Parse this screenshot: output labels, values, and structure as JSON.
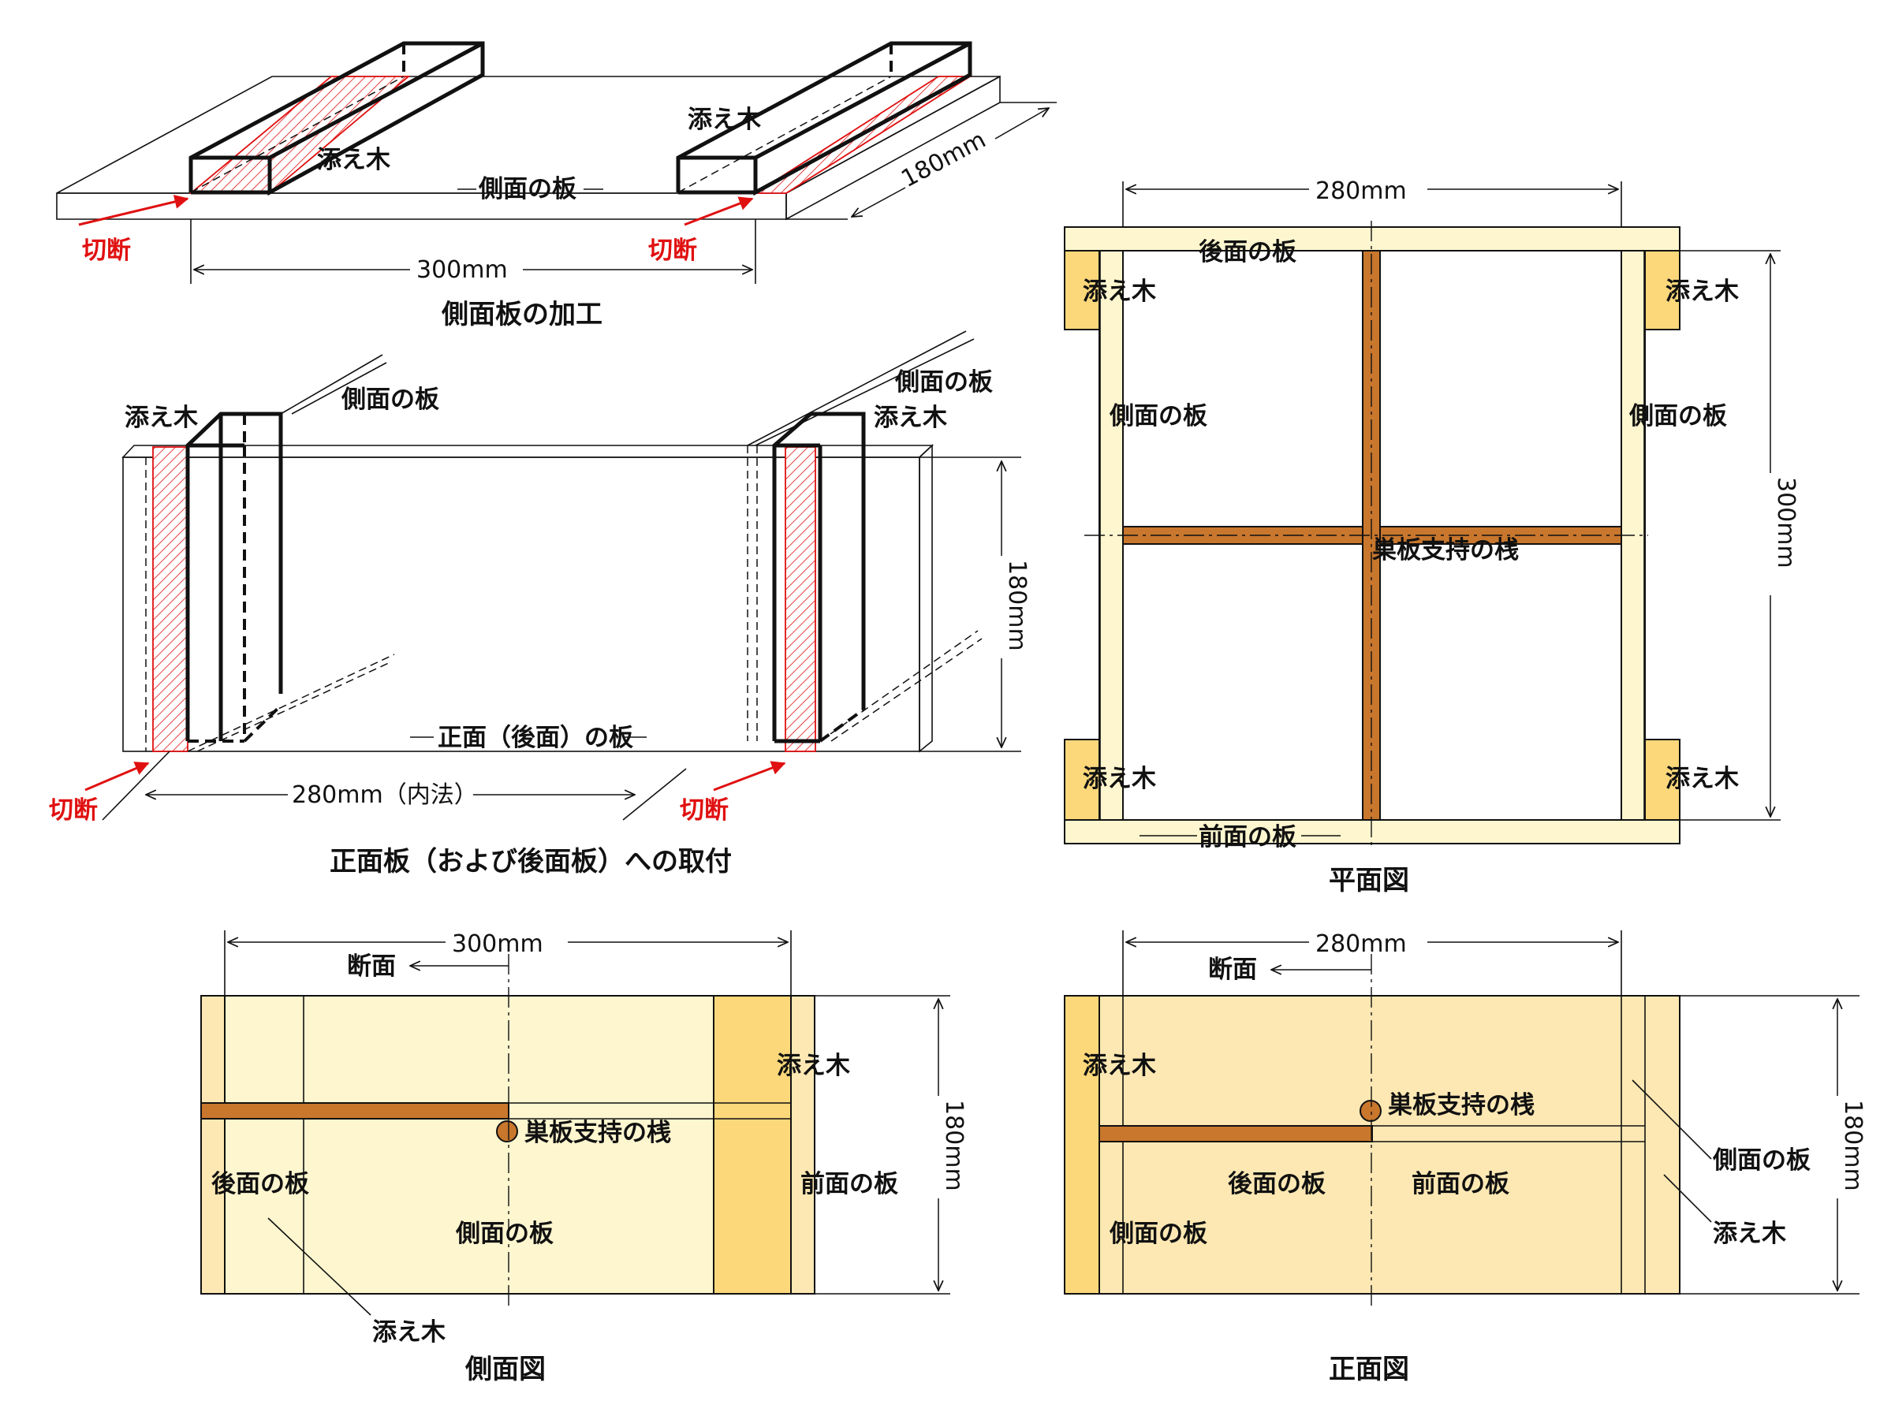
{
  "note": "Dimensions and labels transcribed from the drawing; geometry is drawn in the SVG template.",
  "colors": {
    "board_pale": "#fdf6cf",
    "board_cream": "#fde8b3",
    "batten_yellow": "#fcd87b",
    "support_bar": "#c8772d",
    "cut_red": "#e01010",
    "outline": "#111111"
  },
  "top_left": {
    "caption": "側面板の加工",
    "batten_left": "添え木",
    "batten_right": "添え木",
    "side_board": "側面の板",
    "cut_left": "切断",
    "cut_right": "切断",
    "dim_length": "300mm",
    "dim_depth": "180mm"
  },
  "mid_left": {
    "caption": "正面板（および後面板）への取付",
    "batten_left": "添え木",
    "batten_right": "添え木",
    "side_board_left": "側面の板",
    "side_board_right": "側面の板",
    "front_board": "正面（後面）の板",
    "cut_left": "切断",
    "cut_right": "切断",
    "dim_inner": "280mm（内法）",
    "dim_height": "180mm"
  },
  "plan": {
    "caption": "平面図",
    "dim_width": "280mm",
    "dim_depth": "300mm",
    "back_board": "後面の板",
    "front_board": "前面の板",
    "side_left": "側面の板",
    "side_right": "側面の板",
    "batten_tl": "添え木",
    "batten_tr": "添え木",
    "batten_bl": "添え木",
    "batten_br": "添え木",
    "support": "巣板支持の桟"
  },
  "side_view": {
    "caption": "側面図",
    "dim_length": "300mm",
    "dim_height": "180mm",
    "section": "断面",
    "batten_top": "添え木",
    "batten_bottom": "添え木",
    "support": "巣板支持の桟",
    "back_board": "後面の板",
    "front_board": "前面の板",
    "side_board": "側面の板"
  },
  "front_view": {
    "caption": "正面図",
    "dim_width": "280mm",
    "dim_height": "180mm",
    "section": "断面",
    "batten_left": "添え木",
    "batten_right": "添え木",
    "support": "巣板支持の桟",
    "back_board": "後面の板",
    "front_board": "前面の板",
    "side_board_left": "側面の板",
    "side_board_right": "側面の板"
  }
}
